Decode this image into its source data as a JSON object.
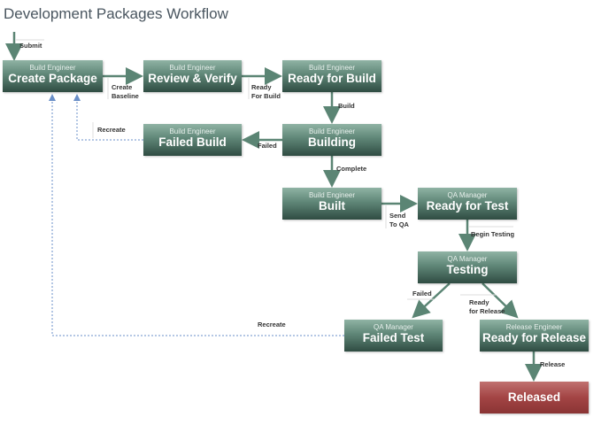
{
  "title": "Development Packages Workflow",
  "colors": {
    "arrow": "#5b8574",
    "recreate": "#6a8fc8",
    "box": "#4f7466",
    "released": "#a34444"
  },
  "states": [
    {
      "id": "create",
      "role": "Build Engineer",
      "name": "Create Package"
    },
    {
      "id": "review",
      "role": "Build Engineer",
      "name": "Review & Verify"
    },
    {
      "id": "readybuild",
      "role": "Build Engineer",
      "name": "Ready for Build"
    },
    {
      "id": "failedbuild",
      "role": "Build Engineer",
      "name": "Failed Build"
    },
    {
      "id": "building",
      "role": "Build Engineer",
      "name": "Building"
    },
    {
      "id": "built",
      "role": "Build Engineer",
      "name": "Built"
    },
    {
      "id": "readytest",
      "role": "QA Manager",
      "name": "Ready for Test"
    },
    {
      "id": "testing",
      "role": "QA Manager",
      "name": "Testing"
    },
    {
      "id": "failedtest",
      "role": "QA Manager",
      "name": "Failed Test"
    },
    {
      "id": "readyrelease",
      "role": "Release Engineer",
      "name": "Ready for Release"
    },
    {
      "id": "released",
      "role": "",
      "name": "Released"
    }
  ],
  "transitions": {
    "submit": "Submit",
    "create_baseline": [
      "Create",
      "Baseline"
    ],
    "ready_for_build": [
      "Ready",
      "For Build"
    ],
    "build": "Build",
    "failed_build": "Failed",
    "recreate1": "Recreate",
    "complete": "Complete",
    "send_to_qa": [
      "Send",
      "To QA"
    ],
    "begin_testing": "Begin Testing",
    "failed_test": "Failed",
    "ready_for_release": [
      "Ready",
      "for Release"
    ],
    "recreate2": "Recreate",
    "release": "Release"
  }
}
